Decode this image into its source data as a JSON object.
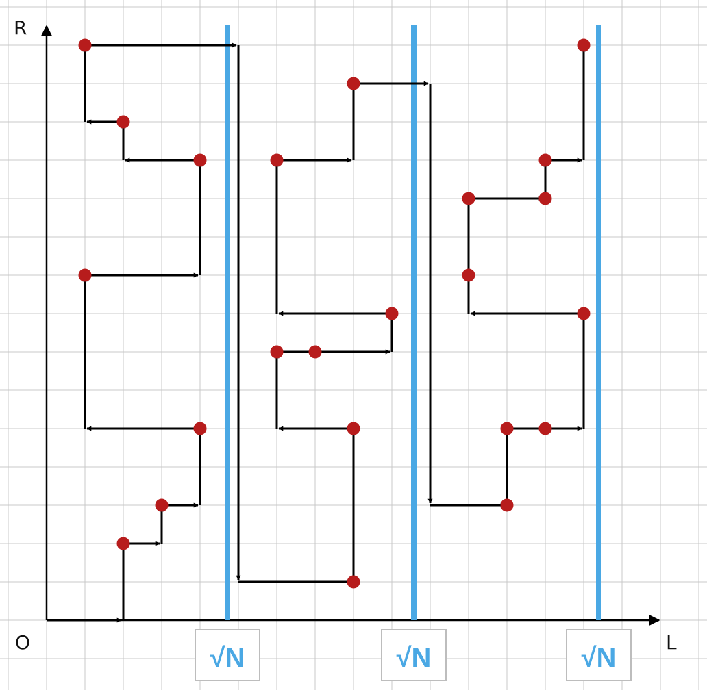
{
  "axes": {
    "origin_label": "O",
    "y_axis_label": "R",
    "x_axis_label": "L"
  },
  "block_label": "√N",
  "colors": {
    "grid": "#c8c8c8",
    "block_line": "#4aa8e4",
    "path": "#000000",
    "point": "#b71c1c",
    "block_box_stroke": "#bdbdbd"
  },
  "block_boundaries": [
    {
      "label": "√N"
    },
    {
      "label": "√N"
    },
    {
      "label": "√N"
    }
  ],
  "path_segments": [
    [
      [
        0,
        0
      ],
      [
        2,
        0
      ]
    ],
    [
      [
        2,
        0
      ],
      [
        2,
        2
      ]
    ],
    [
      [
        2,
        2
      ],
      [
        3,
        2
      ]
    ],
    [
      [
        3,
        2
      ],
      [
        3,
        3
      ]
    ],
    [
      [
        3,
        3
      ],
      [
        4,
        3
      ]
    ],
    [
      [
        4,
        3
      ],
      [
        4,
        5
      ]
    ],
    [
      [
        4,
        5
      ],
      [
        1,
        5
      ]
    ],
    [
      [
        1,
        5
      ],
      [
        1,
        9
      ]
    ],
    [
      [
        1,
        9
      ],
      [
        4,
        9
      ]
    ],
    [
      [
        4,
        9
      ],
      [
        4,
        12
      ]
    ],
    [
      [
        4,
        12
      ],
      [
        2,
        12
      ]
    ],
    [
      [
        2,
        12
      ],
      [
        2,
        13
      ]
    ],
    [
      [
        2,
        13
      ],
      [
        1,
        13
      ]
    ],
    [
      [
        1,
        13
      ],
      [
        1,
        15
      ]
    ],
    [
      [
        1,
        15
      ],
      [
        5,
        15
      ]
    ],
    [
      [
        5,
        15
      ],
      [
        5,
        1
      ]
    ],
    [
      [
        5,
        1
      ],
      [
        8,
        1
      ]
    ],
    [
      [
        8,
        1
      ],
      [
        8,
        5
      ]
    ],
    [
      [
        8,
        5
      ],
      [
        6,
        5
      ]
    ],
    [
      [
        6,
        5
      ],
      [
        6,
        7
      ]
    ],
    [
      [
        6,
        7
      ],
      [
        9,
        7
      ]
    ],
    [
      [
        9,
        7
      ],
      [
        9,
        8
      ]
    ],
    [
      [
        9,
        8
      ],
      [
        6,
        8
      ]
    ],
    [
      [
        6,
        8
      ],
      [
        6,
        12
      ]
    ],
    [
      [
        6,
        12
      ],
      [
        8,
        12
      ]
    ],
    [
      [
        8,
        12
      ],
      [
        8,
        14
      ]
    ],
    [
      [
        8,
        14
      ],
      [
        10,
        14
      ]
    ],
    [
      [
        10,
        14
      ],
      [
        10,
        3
      ]
    ],
    [
      [
        10,
        3
      ],
      [
        12,
        3
      ]
    ],
    [
      [
        12,
        3
      ],
      [
        12,
        5
      ]
    ],
    [
      [
        12,
        5
      ],
      [
        14,
        5
      ]
    ],
    [
      [
        14,
        5
      ],
      [
        14,
        8
      ]
    ],
    [
      [
        14,
        8
      ],
      [
        11,
        8
      ]
    ],
    [
      [
        11,
        8
      ],
      [
        11,
        11
      ]
    ],
    [
      [
        11,
        11
      ],
      [
        13,
        11
      ]
    ],
    [
      [
        13,
        11
      ],
      [
        13,
        12
      ]
    ],
    [
      [
        13,
        12
      ],
      [
        14,
        12
      ]
    ],
    [
      [
        14,
        12
      ],
      [
        14,
        15
      ]
    ]
  ],
  "points": [
    [
      2,
      2
    ],
    [
      3,
      3
    ],
    [
      4,
      5
    ],
    [
      1,
      9
    ],
    [
      4,
      12
    ],
    [
      2,
      13
    ],
    [
      1,
      15
    ],
    [
      8,
      1
    ],
    [
      8,
      5
    ],
    [
      6,
      7
    ],
    [
      7,
      7
    ],
    [
      9,
      8
    ],
    [
      6,
      12
    ],
    [
      8,
      14
    ],
    [
      12,
      3
    ],
    [
      12,
      5
    ],
    [
      13,
      5
    ],
    [
      14,
      8
    ],
    [
      11,
      9
    ],
    [
      11,
      11
    ],
    [
      13,
      11
    ],
    [
      13,
      12
    ],
    [
      14,
      15
    ]
  ]
}
